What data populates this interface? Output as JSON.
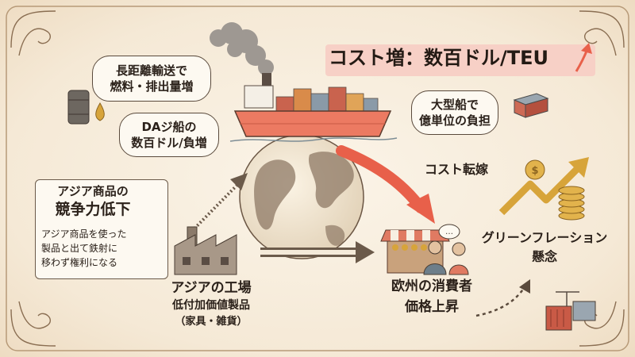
{
  "header": {
    "cost_title": "コスト増：数百ドル/TEU"
  },
  "bubbles": {
    "fuel": {
      "line1": "長距離輸送で",
      "line2": "燃料・排出量増"
    },
    "da": {
      "line1": "DAジ船の",
      "line2": "数百ドル/負増"
    },
    "bigship": {
      "line1": "大型船で",
      "line2": "億単位の負担"
    }
  },
  "labels": {
    "cost_transfer": "コスト転嫁",
    "greenflation_line1": "グリーンフレーション",
    "greenflation_line2": "懸念"
  },
  "asia_panel": {
    "title_line1": "アジア商品の",
    "title_line2": "競争力低下",
    "body_line1": "アジア商品を使った",
    "body_line2": "製品と出て鉄射に",
    "body_line3": "移わず権利になる"
  },
  "factory": {
    "title": "アジアの工場",
    "sub1": "低付加価値製品",
    "sub2": "（家具・雑貨）"
  },
  "consumer": {
    "line1": "欧州の消費者",
    "line2": "価格上昇"
  },
  "colors": {
    "accent_red": "#e8604a",
    "ship_red": "#ec7a62",
    "gold": "#d7a43a",
    "ink": "#3b2f25"
  },
  "icons": [
    "oil-barrel-icon",
    "oil-drop-icon",
    "container-ship-icon",
    "globe-icon",
    "factory-icon",
    "market-stall-icon",
    "people-icon",
    "speech-icon",
    "coin-stack-icon",
    "container-crane-icon",
    "rising-arrow-icon"
  ]
}
